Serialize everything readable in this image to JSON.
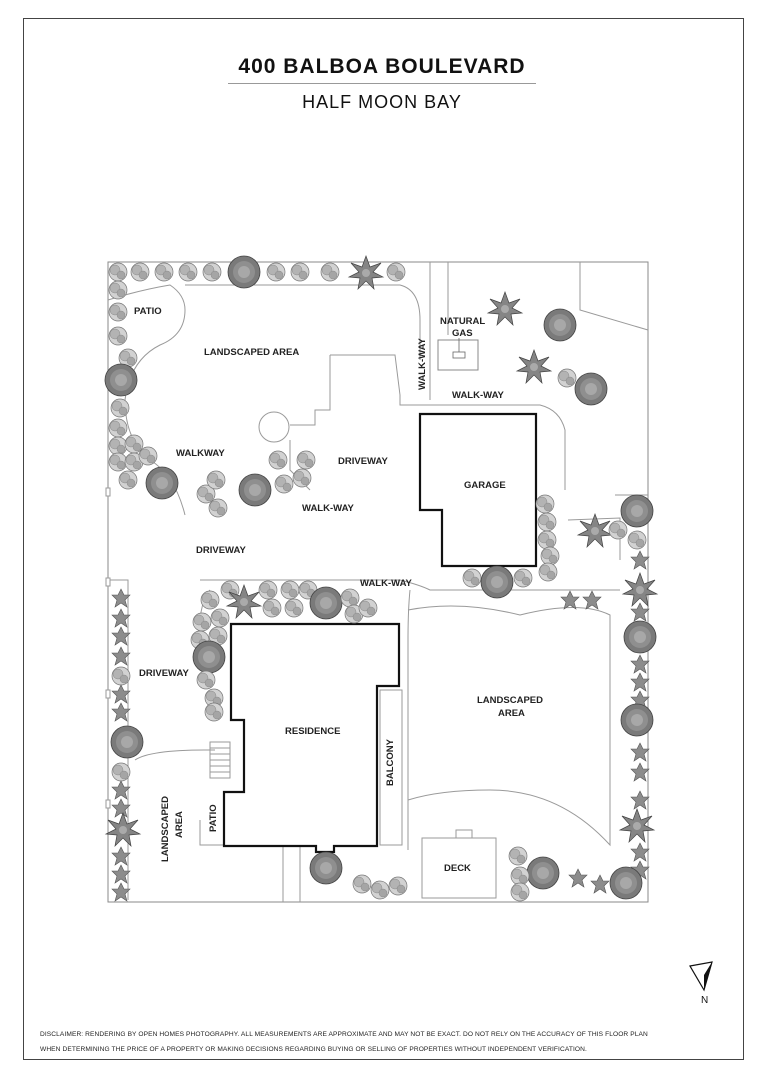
{
  "header": {
    "title": "400 BALBOA BOULEVARD",
    "subtitle": "HALF MOON BAY"
  },
  "labels": {
    "patio_top": "PATIO",
    "landscaped_top": "LANDSCAPED AREA",
    "natural_gas_1": "NATURAL",
    "natural_gas_2": "GAS",
    "walkway_vertical": "WALK-WAY",
    "walkway_top_right": "WALK-WAY",
    "walkway_left": "WALKWAY",
    "driveway_center": "DRIVEWAY",
    "garage": "GARAGE",
    "walkway_center": "WALK-WAY",
    "driveway_main": "DRIVEWAY",
    "walkway_mid": "WALK-WAY",
    "driveway_left": "DRIVEWAY",
    "residence": "RESIDENCE",
    "balcony": "BALCONY",
    "landscaped_right_1": "LANDSCAPED",
    "landscaped_right_2": "AREA",
    "landscaped_left": "LANDSCAPED",
    "landscaped_left_2": "AREA",
    "patio_bottom": "PATIO",
    "deck": "DECK"
  },
  "compass": {
    "letter": "N"
  },
  "disclaimer": {
    "line1": "DISCLAIMER: RENDERING BY OPEN HOMES PHOTOGRAPHY. ALL MEASUREMENTS ARE APPROXIMATE AND MAY NOT BE EXACT. DO NOT RELY ON THE ACCURACY OF THIS FLOOR PLAN",
    "line2": "WHEN DETERMINING THE PRICE OF A PROPERTY OR MAKING DECISIONS REGARDING BUYING OR SELLING OF PROPERTIES WITHOUT INDEPENDENT VERIFICATION."
  },
  "colors": {
    "building_outline": "#111111",
    "paths": "#9a9a9a",
    "foliage_dark": "#6d6d6d",
    "foliage_light": "#c8c8c8"
  },
  "icons": [
    "shrub-icon",
    "tree-icon",
    "compass-arrow-icon",
    "gas-meter-icon",
    "stairs-icon"
  ]
}
